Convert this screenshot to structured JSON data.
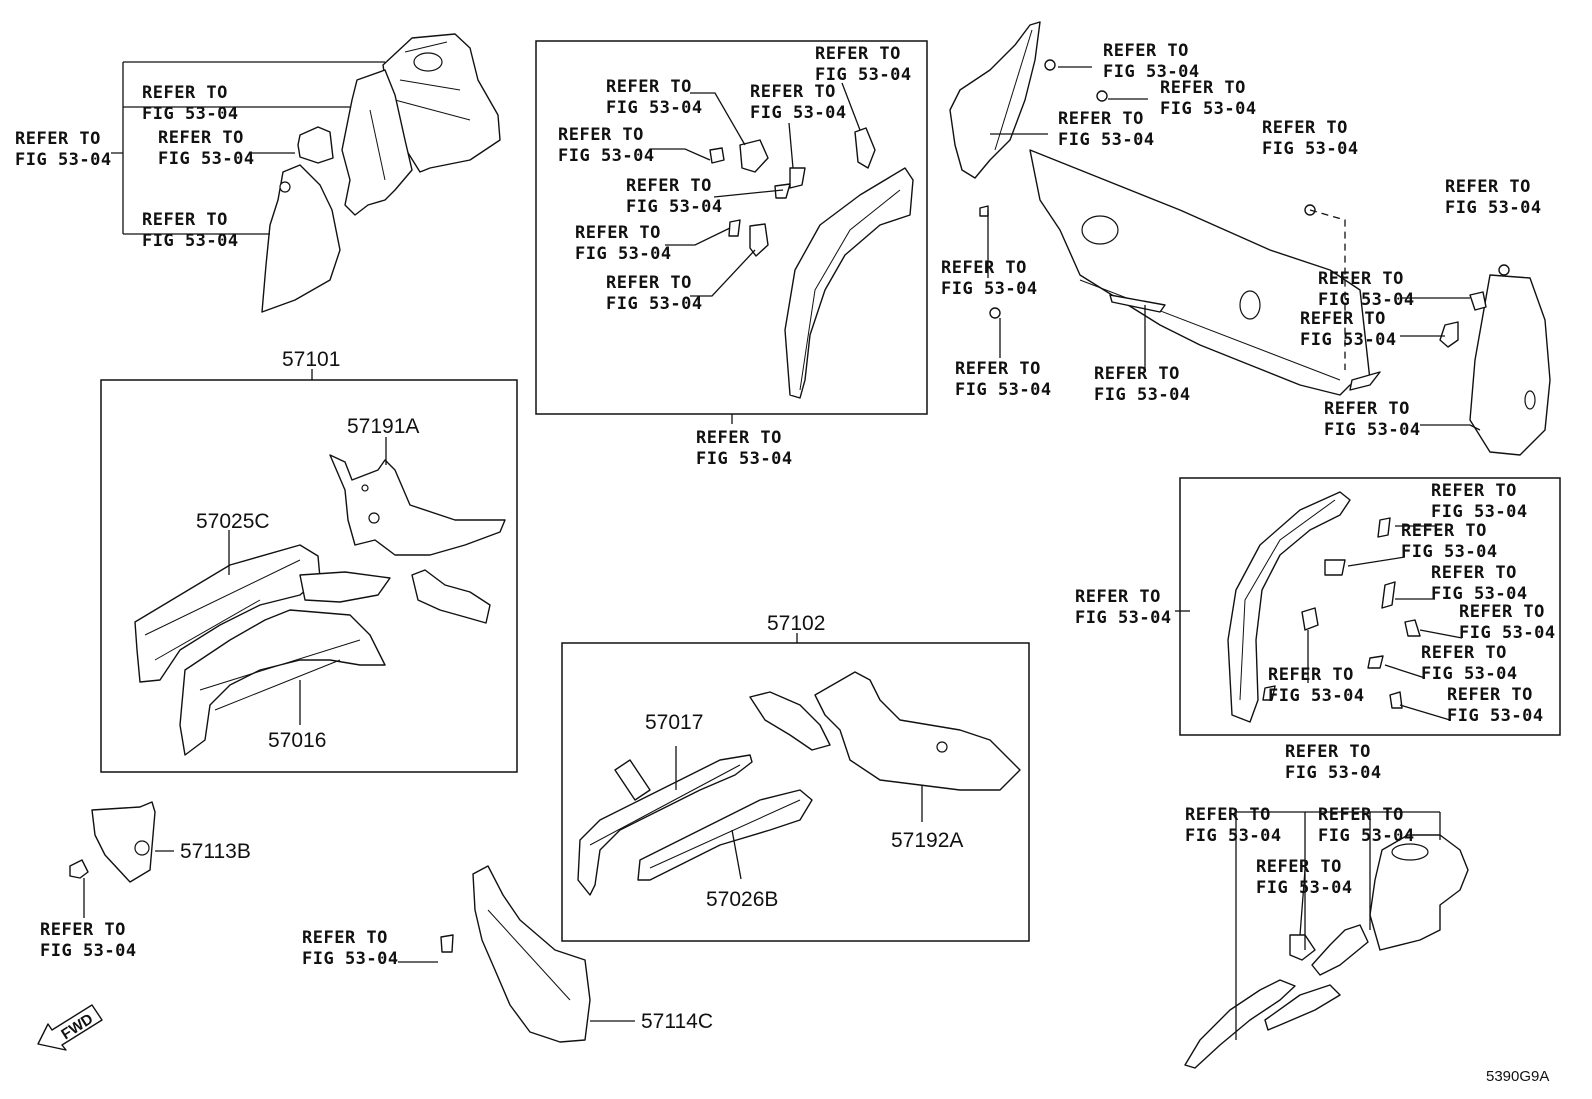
{
  "refer": {
    "line1": "REFER TO",
    "line2": "FIG 53-04"
  },
  "parts": {
    "p57101": "57101",
    "p57191A": "57191A",
    "p57025C": "57025C",
    "p57016": "57016",
    "p57102": "57102",
    "p57017": "57017",
    "p57192A": "57192A",
    "p57026B": "57026B",
    "p57113B": "57113B",
    "p57114C": "57114C"
  },
  "fwd_label": "FWD",
  "diagram_code": "5390G9A"
}
